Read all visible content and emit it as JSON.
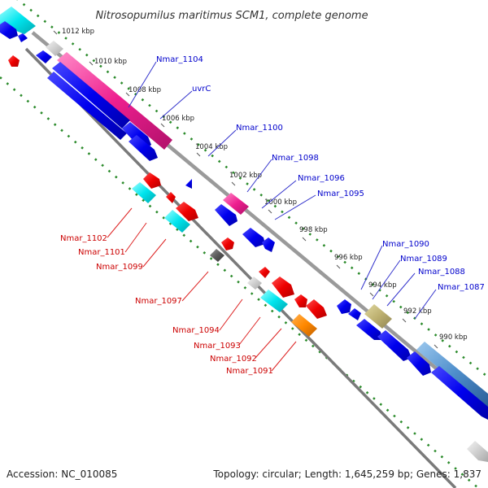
{
  "header": {
    "title": "Nitrosopumilus maritimus SCM1, complete genome"
  },
  "footer": {
    "accession": "Accession: NC_010085",
    "summary": "Topology: circular; Length: 1,645,259 bp; Genes: 1,837"
  },
  "axis": {
    "ticks": [
      "1012 kbp",
      "1010 kbp",
      "1008 kbp",
      "1006 kbp",
      "1004 kbp",
      "1002 kbp",
      "1000 kbp",
      "998 kbp",
      "996 kbp",
      "994 kbp",
      "992 kbp",
      "990 kbp"
    ]
  },
  "colors": {
    "forward_label": "#0000cc",
    "reverse_label": "#cc0000",
    "backbone": "#888888",
    "dots": "#2a8a2a"
  },
  "labels": {
    "forward": [
      "Nmar_1104",
      "uvrC",
      "Nmar_1100",
      "Nmar_1098",
      "Nmar_1096",
      "Nmar_1095",
      "Nmar_1090",
      "Nmar_1089",
      "Nmar_1088",
      "Nmar_1087"
    ],
    "reverse": [
      "Nmar_1102",
      "Nmar_1101",
      "Nmar_1099",
      "Nmar_1097",
      "Nmar_1094",
      "Nmar_1093",
      "Nmar_1092",
      "Nmar_1091"
    ]
  }
}
